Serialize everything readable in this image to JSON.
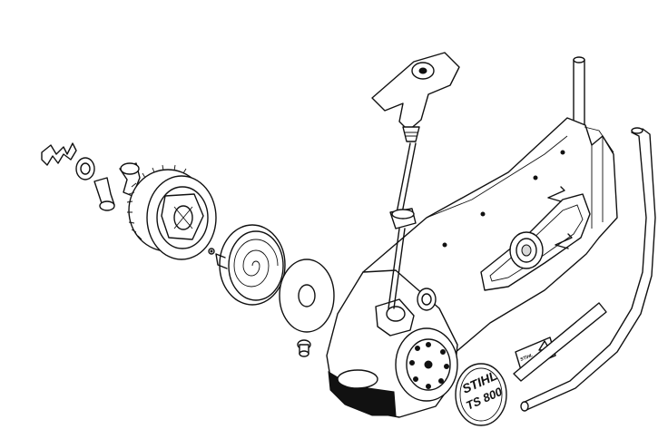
{
  "decal": {
    "brand": "STIHL",
    "model": "TS 800",
    "label_brand": "STIHL"
  },
  "parts": [
    {
      "name": "spring-clip"
    },
    {
      "name": "washer"
    },
    {
      "name": "pawls"
    },
    {
      "name": "rope-rotor"
    },
    {
      "name": "rewind-spring-housing"
    },
    {
      "name": "spacer-washer"
    },
    {
      "name": "pivot-screw"
    },
    {
      "name": "starter-grip-rope"
    },
    {
      "name": "fan-housing"
    },
    {
      "name": "decals"
    },
    {
      "name": "tube"
    }
  ]
}
